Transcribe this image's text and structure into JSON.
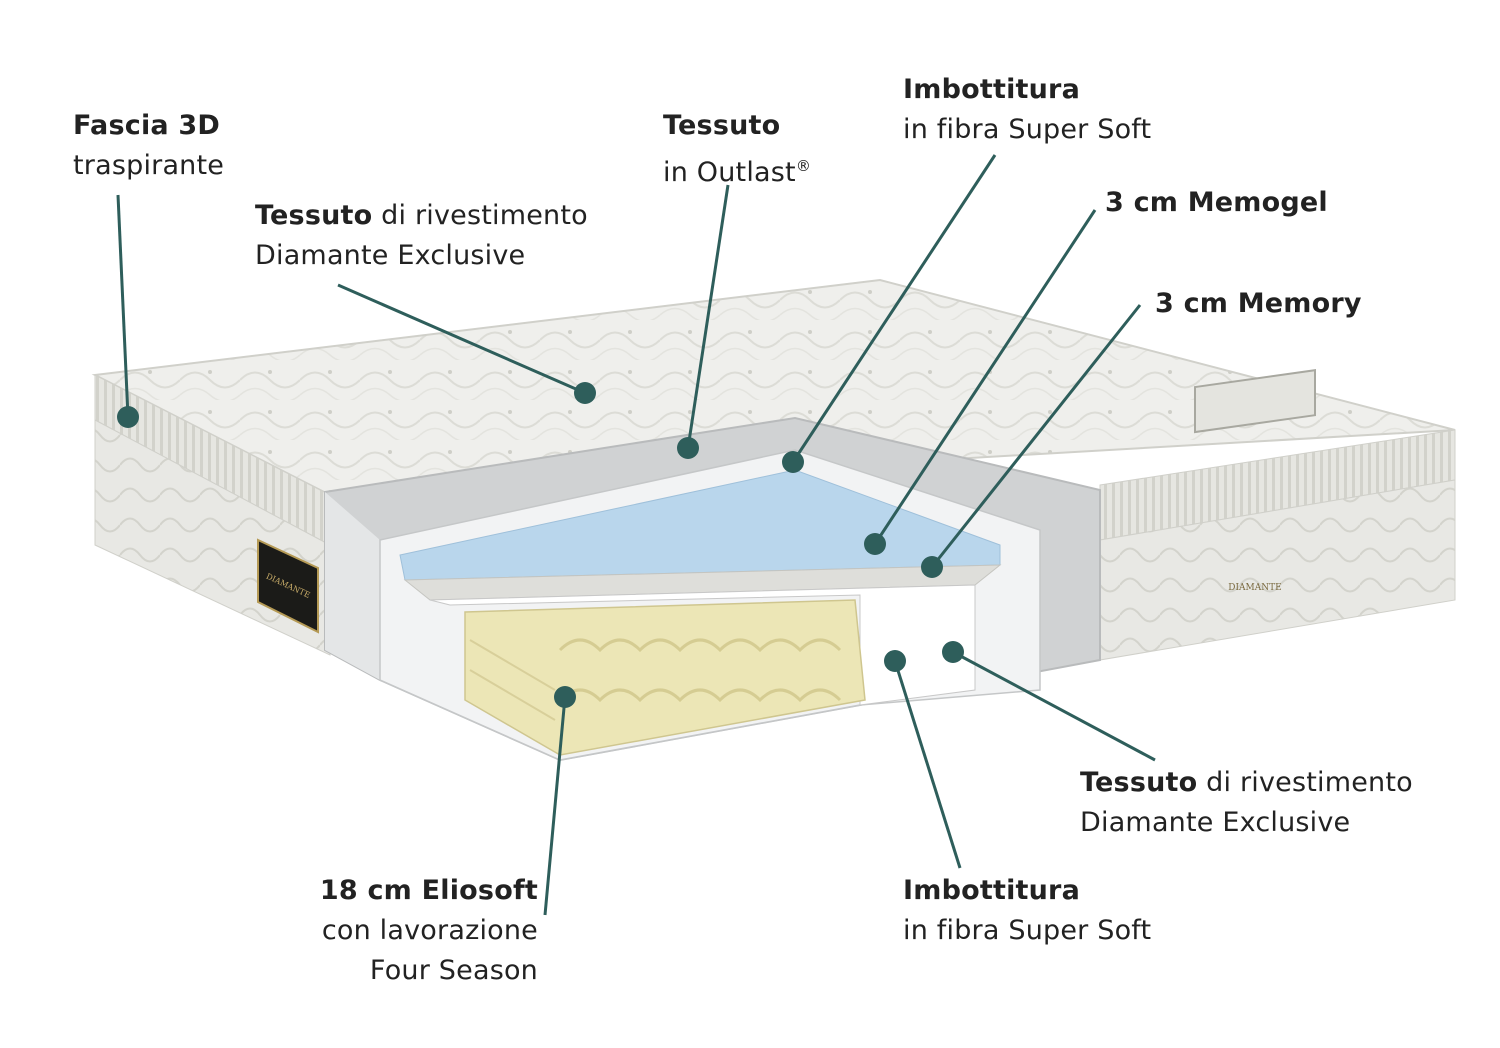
{
  "colors": {
    "leader": "#2e5e5b",
    "text": "#222222",
    "cover": "#ececea",
    "cut_outer": "#cfd1d2",
    "cut_light": "#eef0f1",
    "memogel": "#b6d3ea",
    "memory": "#dcdcd8",
    "core": "#ebe6b8"
  },
  "labels": {
    "fascia": {
      "bold": "Fascia 3D",
      "line2": "traspirante"
    },
    "tessuto_top": {
      "bold": "Tessuto",
      "rest": " di rivestimento",
      "line2": "Diamante Exclusive"
    },
    "outlast": {
      "bold": "Tessuto",
      "line2": "in Outlast",
      "reg": "®"
    },
    "imbottitura_top": {
      "bold": "Imbottitura",
      "line2": "in fibra Super Soft"
    },
    "memogel": {
      "bold": "3 cm Memogel"
    },
    "memory": {
      "bold": "3 cm Memory"
    },
    "eliosoft": {
      "bold": "18 cm Eliosoft",
      "line2": "con lavorazione",
      "line3": "Four Season"
    },
    "imbottitura_bottom": {
      "bold": "Imbottitura",
      "line2": "in fibra Super Soft"
    },
    "tessuto_bottom": {
      "bold": "Tessuto",
      "rest": " di rivestimento",
      "line2": "Diamante Exclusive"
    }
  },
  "brand": {
    "left_tag": "DIAMANTE",
    "right_tag": "DIAMANTE"
  }
}
